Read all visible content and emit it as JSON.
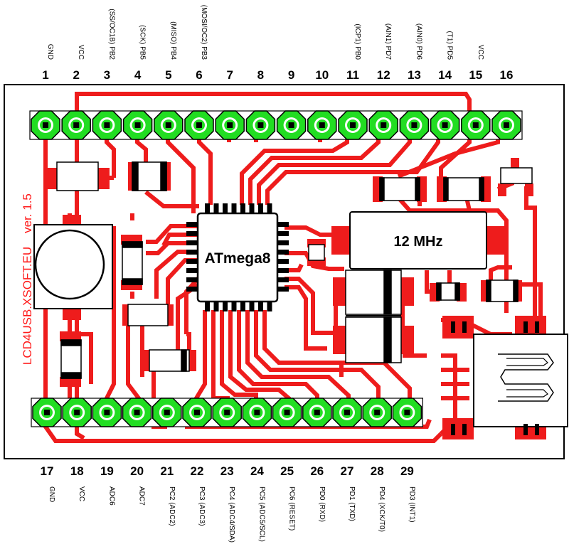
{
  "board": {
    "brand": "LCD4USB.XSOFT.EU",
    "version": "ver. 1.5",
    "mcu": "ATmega8",
    "crystal": "12 MHz"
  },
  "colors": {
    "copper": "#ee1c1c",
    "pad": "#22dd22",
    "outline": "#000000",
    "background": "#ffffff"
  },
  "top_header": [
    {
      "num": "1",
      "label": "GND"
    },
    {
      "num": "2",
      "label": "VCC"
    },
    {
      "num": "3",
      "label": "(SS/OC1B) PB2"
    },
    {
      "num": "4",
      "label": "(SCK) PB5"
    },
    {
      "num": "5",
      "label": "(MISO) PB4"
    },
    {
      "num": "6",
      "label": "(MOSI/OC2) PB3"
    },
    {
      "num": "7",
      "label": ""
    },
    {
      "num": "8",
      "label": ""
    },
    {
      "num": "9",
      "label": ""
    },
    {
      "num": "10",
      "label": ""
    },
    {
      "num": "11",
      "label": "(ICP1) PB0"
    },
    {
      "num": "12",
      "label": "(AIN1) PD7"
    },
    {
      "num": "13",
      "label": "(AIN0) PD6"
    },
    {
      "num": "14",
      "label": "(T1) PD5"
    },
    {
      "num": "15",
      "label": "VCC"
    },
    {
      "num": "16",
      "label": ""
    }
  ],
  "bottom_header": [
    {
      "num": "17",
      "label": "GND"
    },
    {
      "num": "18",
      "label": "VCC"
    },
    {
      "num": "19",
      "label": "ADC6"
    },
    {
      "num": "20",
      "label": "ADC7"
    },
    {
      "num": "21",
      "label": "PC2 (ADC2)"
    },
    {
      "num": "22",
      "label": "PC3 (ADC3)"
    },
    {
      "num": "23",
      "label": "PC4 (ADC4/SDA)"
    },
    {
      "num": "24",
      "label": "PC5 (ADC5/SCL)"
    },
    {
      "num": "25",
      "label": "PC6 (RESET)"
    },
    {
      "num": "26",
      "label": "PD0 (RXD)"
    },
    {
      "num": "27",
      "label": "PD1 (TXD)"
    },
    {
      "num": "28",
      "label": "PD4 (XCK/T0)"
    },
    {
      "num": "29",
      "label": "PD3 (INT1)"
    }
  ]
}
